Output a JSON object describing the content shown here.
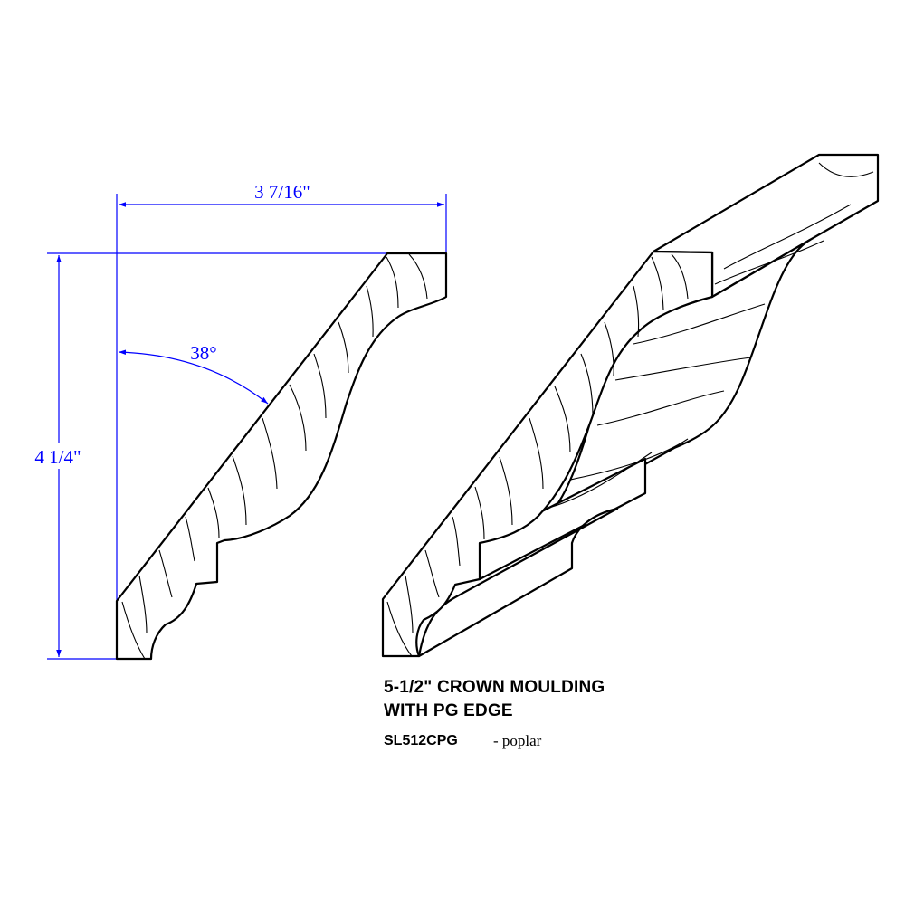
{
  "colors": {
    "dimension": "#0000ff",
    "outline": "#000000",
    "background": "#ffffff"
  },
  "dimensions": {
    "width": "3 7/16\"",
    "height": "4 1/4\"",
    "angle": "38°"
  },
  "caption": {
    "line1": "5-1/2\" CROWN MOULDING",
    "line2": "WITH PG EDGE",
    "code": "SL512CPG",
    "species": "- poplar"
  }
}
